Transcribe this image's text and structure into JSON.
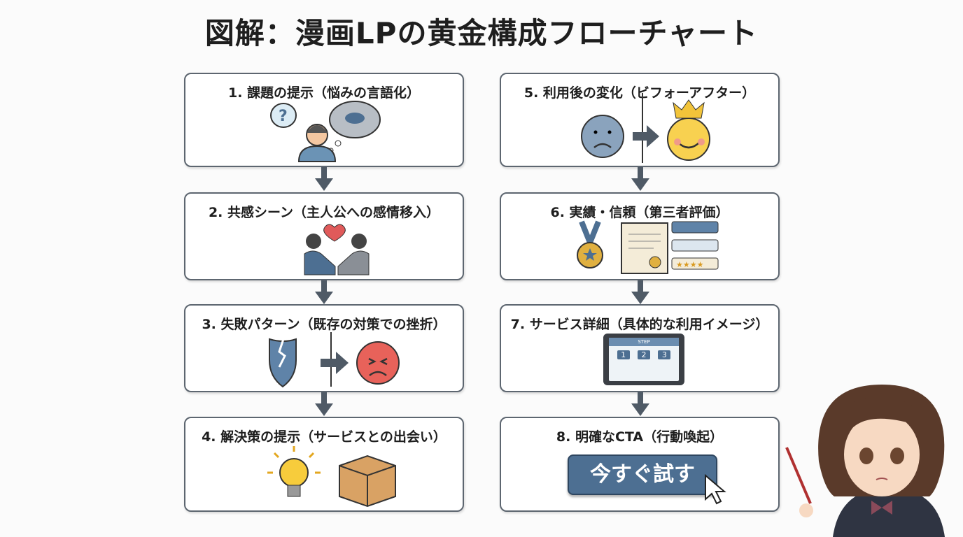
{
  "title": "図解：漫画LPの黄金構成フローチャート",
  "steps": [
    {
      "label": "1. 課題の提示（悩みの言語化）"
    },
    {
      "label": "2. 共感シーン（主人公への感情移入）"
    },
    {
      "label": "3. 失敗パターン（既存の対策での挫折）"
    },
    {
      "label": "4. 解決策の提示（サービスとの出会い）"
    },
    {
      "label": "5. 利用後の変化（ビフォーアフター）"
    },
    {
      "label": "6. 実績・信頼（第三者評価）"
    },
    {
      "label": "7. サービス詳細（具体的な利用イメージ）",
      "screen_title": "STEP",
      "steps": [
        "1",
        "2",
        "3"
      ]
    },
    {
      "label": "8. 明確なCTA（行動喚起）",
      "button": "今すぐ試す"
    }
  ],
  "colors": {
    "border": "#5d6670",
    "arrow": "#4f5a66",
    "cta": "#4d6f92"
  }
}
